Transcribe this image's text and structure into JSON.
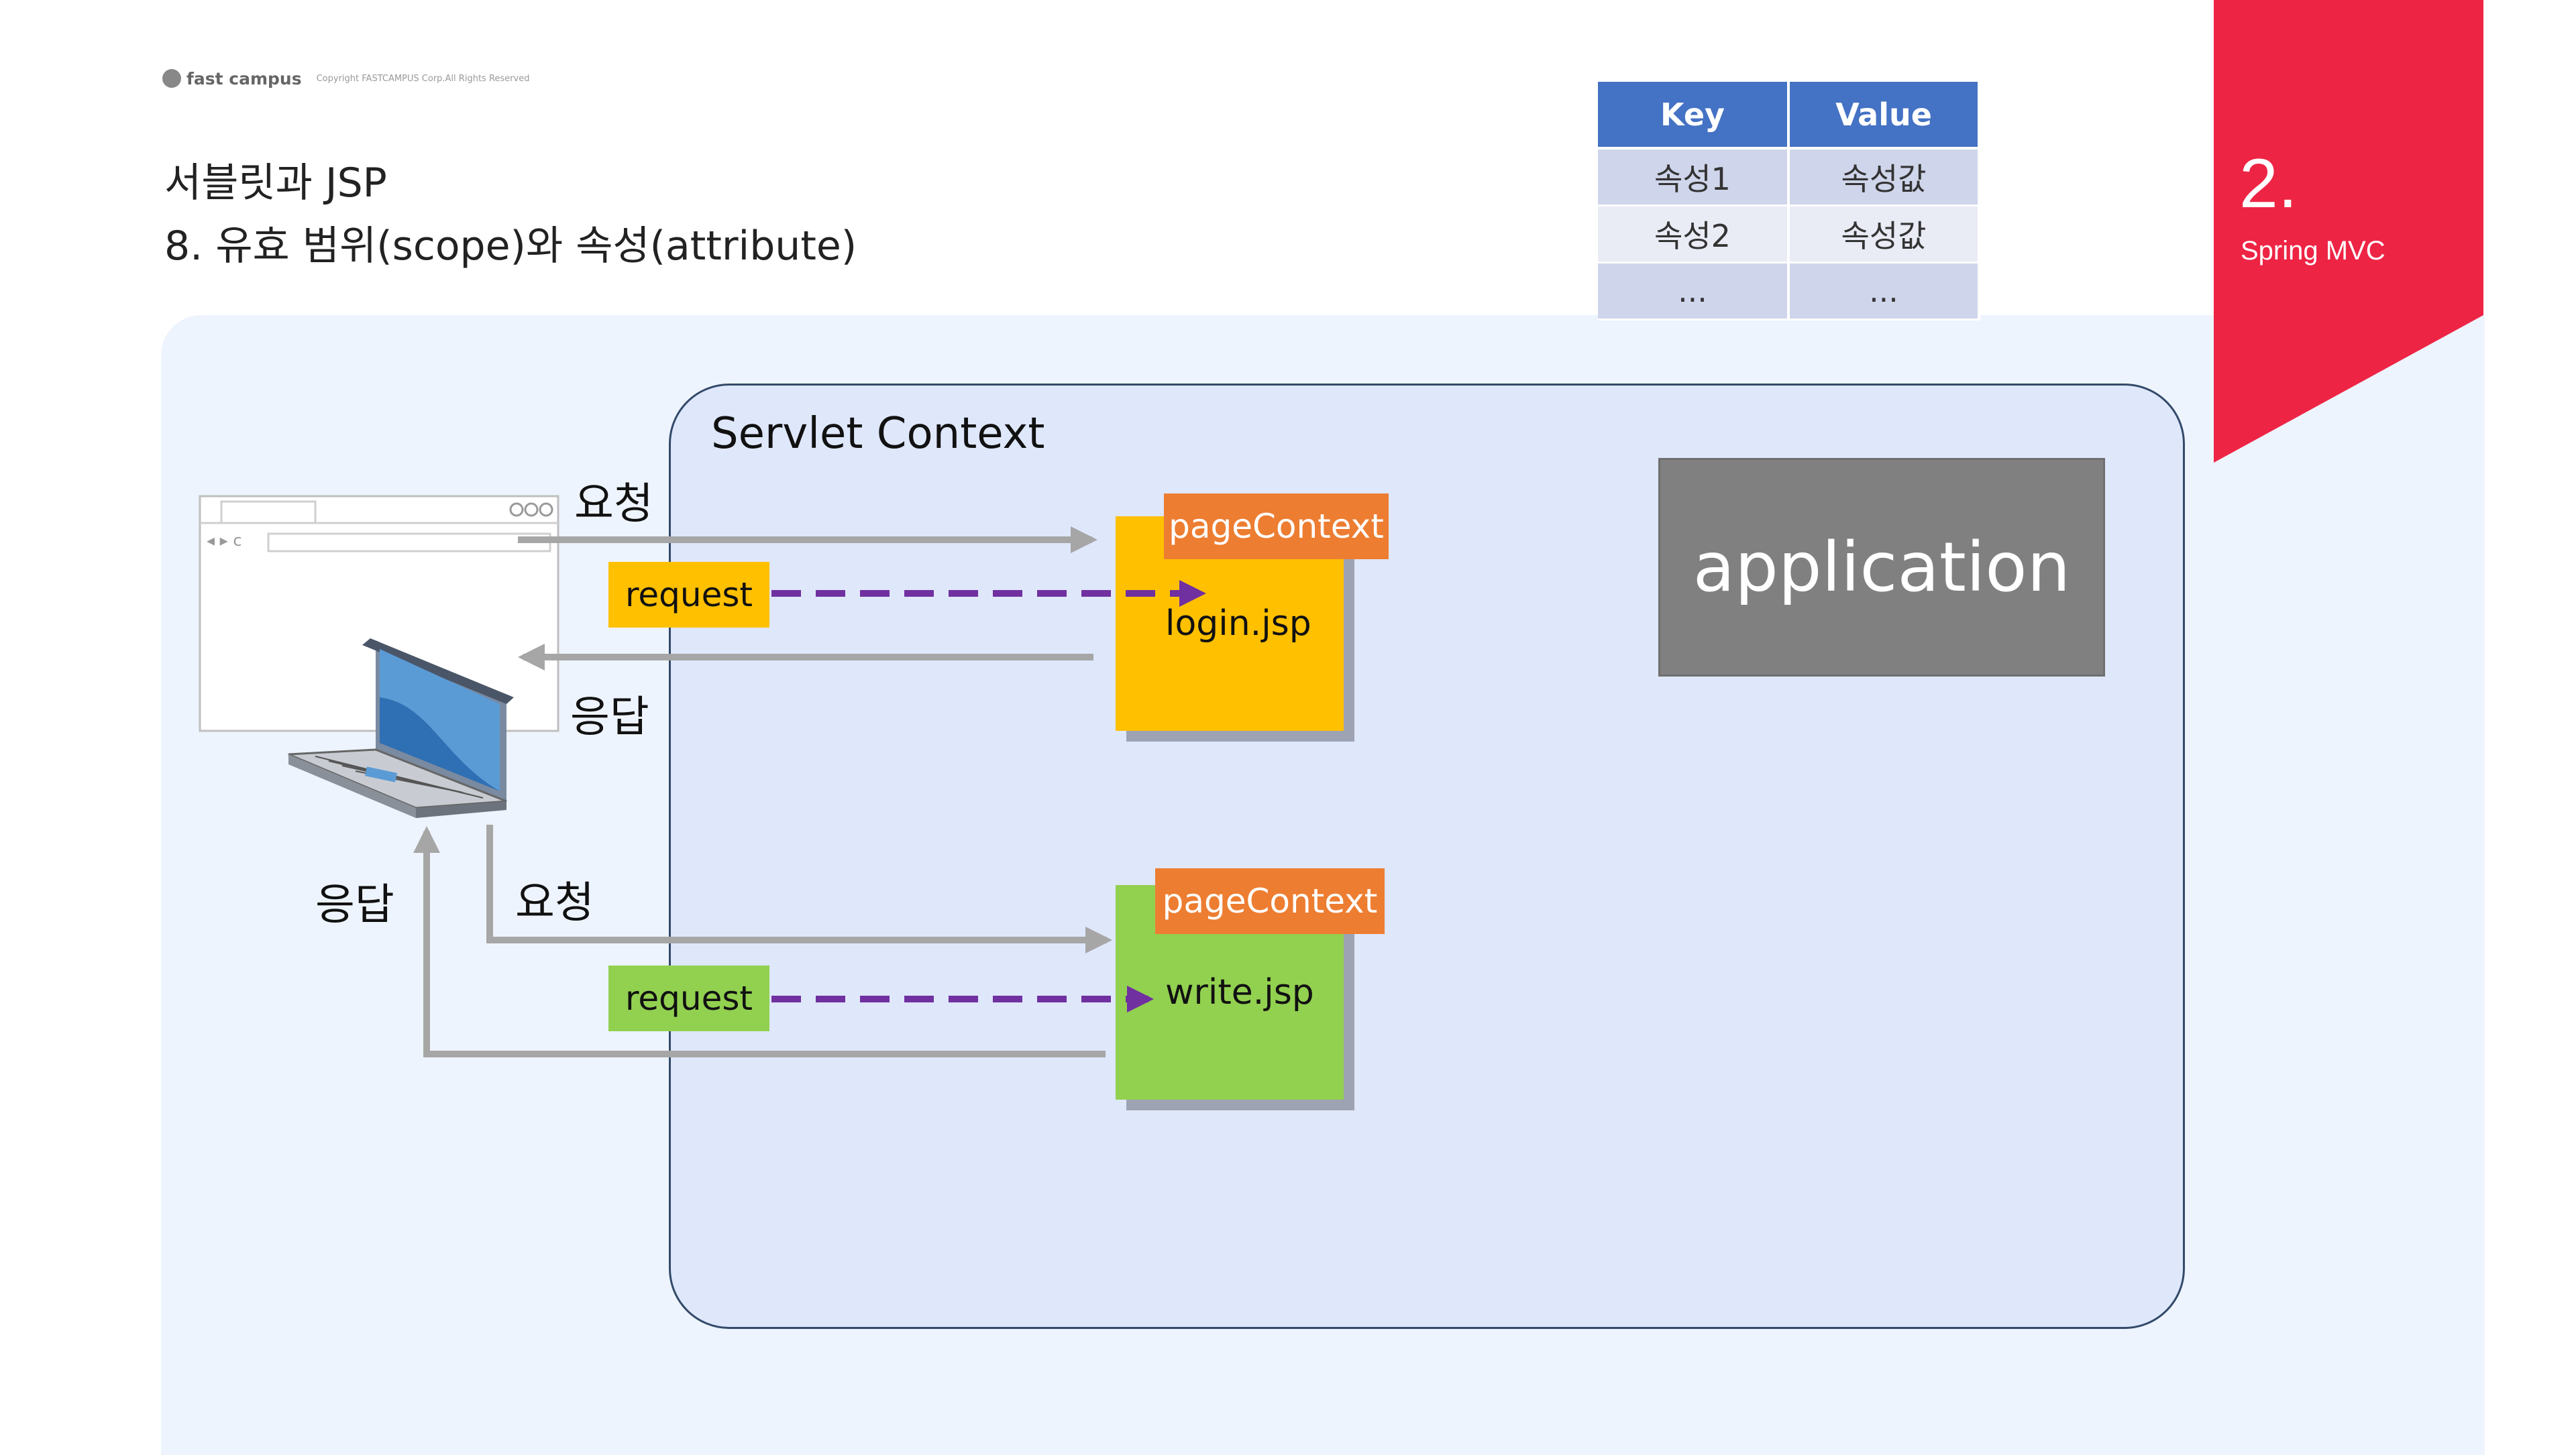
{
  "header": {
    "brand": "fast campus",
    "copyright": "Copyright FASTCAMPUS Corp.All Rights Reserved",
    "title_line1": "서블릿과 JSP",
    "title_line2": "8. 유효 범위(scope)와 속성(attribute)"
  },
  "section": {
    "number": "2.",
    "subtitle": "Spring MVC",
    "accent_color": "#ee2445"
  },
  "attribute_table": {
    "headers": [
      "Key",
      "Value"
    ],
    "rows": [
      [
        "속성1",
        "속성값"
      ],
      [
        "속성2",
        "속성값"
      ],
      [
        "...",
        "..."
      ]
    ]
  },
  "diagram": {
    "servlet_context_label": "Servlet Context",
    "application_label": "application",
    "page1": {
      "name": "login.jsp",
      "scope_label": "pageContext",
      "request_label": "request",
      "color": "#ffc000",
      "request_color": "#ffc000"
    },
    "page2": {
      "name": "write.jsp",
      "scope_label": "pageContext",
      "request_label": "request",
      "color": "#92d050",
      "request_color": "#92d050"
    },
    "flow1": {
      "request_label": "요청",
      "response_label": "응답"
    },
    "flow2": {
      "request_label": "요청",
      "response_label": "응답"
    },
    "colors": {
      "arrow": "#a6a6a6",
      "dashed": "#7030a0",
      "context_border": "#334a6a"
    }
  }
}
